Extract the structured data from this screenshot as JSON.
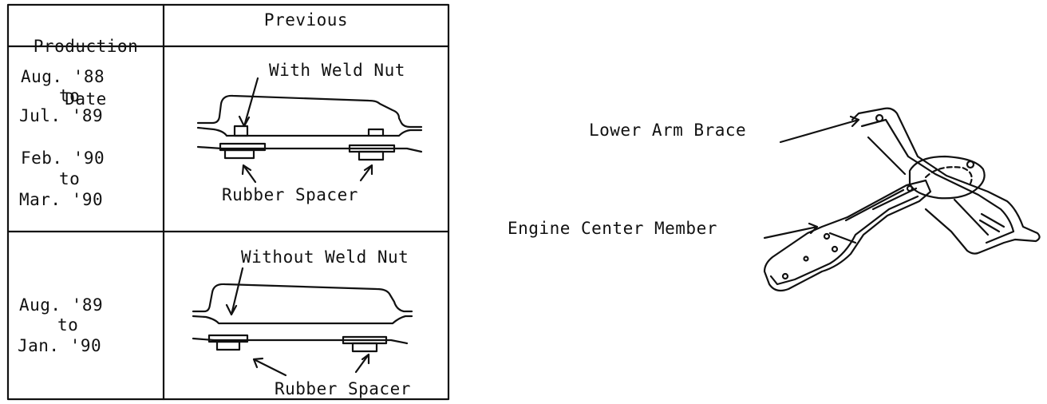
{
  "table": {
    "header": {
      "date_line1": "Production",
      "date_line2": "Date",
      "previous": "Previous"
    },
    "rows": [
      {
        "dates": [
          "Aug. '88",
          "to",
          "Jul. '89",
          "Feb. '90",
          "to",
          "Mar. '90"
        ],
        "label_top": "With Weld Nut",
        "label_bottom": "Rubber Spacer"
      },
      {
        "dates": [
          "Aug. '89",
          "to",
          "Jan. '90"
        ],
        "label_top": "Without Weld Nut",
        "label_bottom": "Rubber Spacer"
      }
    ]
  },
  "illustration": {
    "label_brace": "Lower Arm Brace",
    "label_member": "Engine Center Member"
  },
  "colors": {
    "ink": "#111111",
    "paper": "#ffffff"
  }
}
